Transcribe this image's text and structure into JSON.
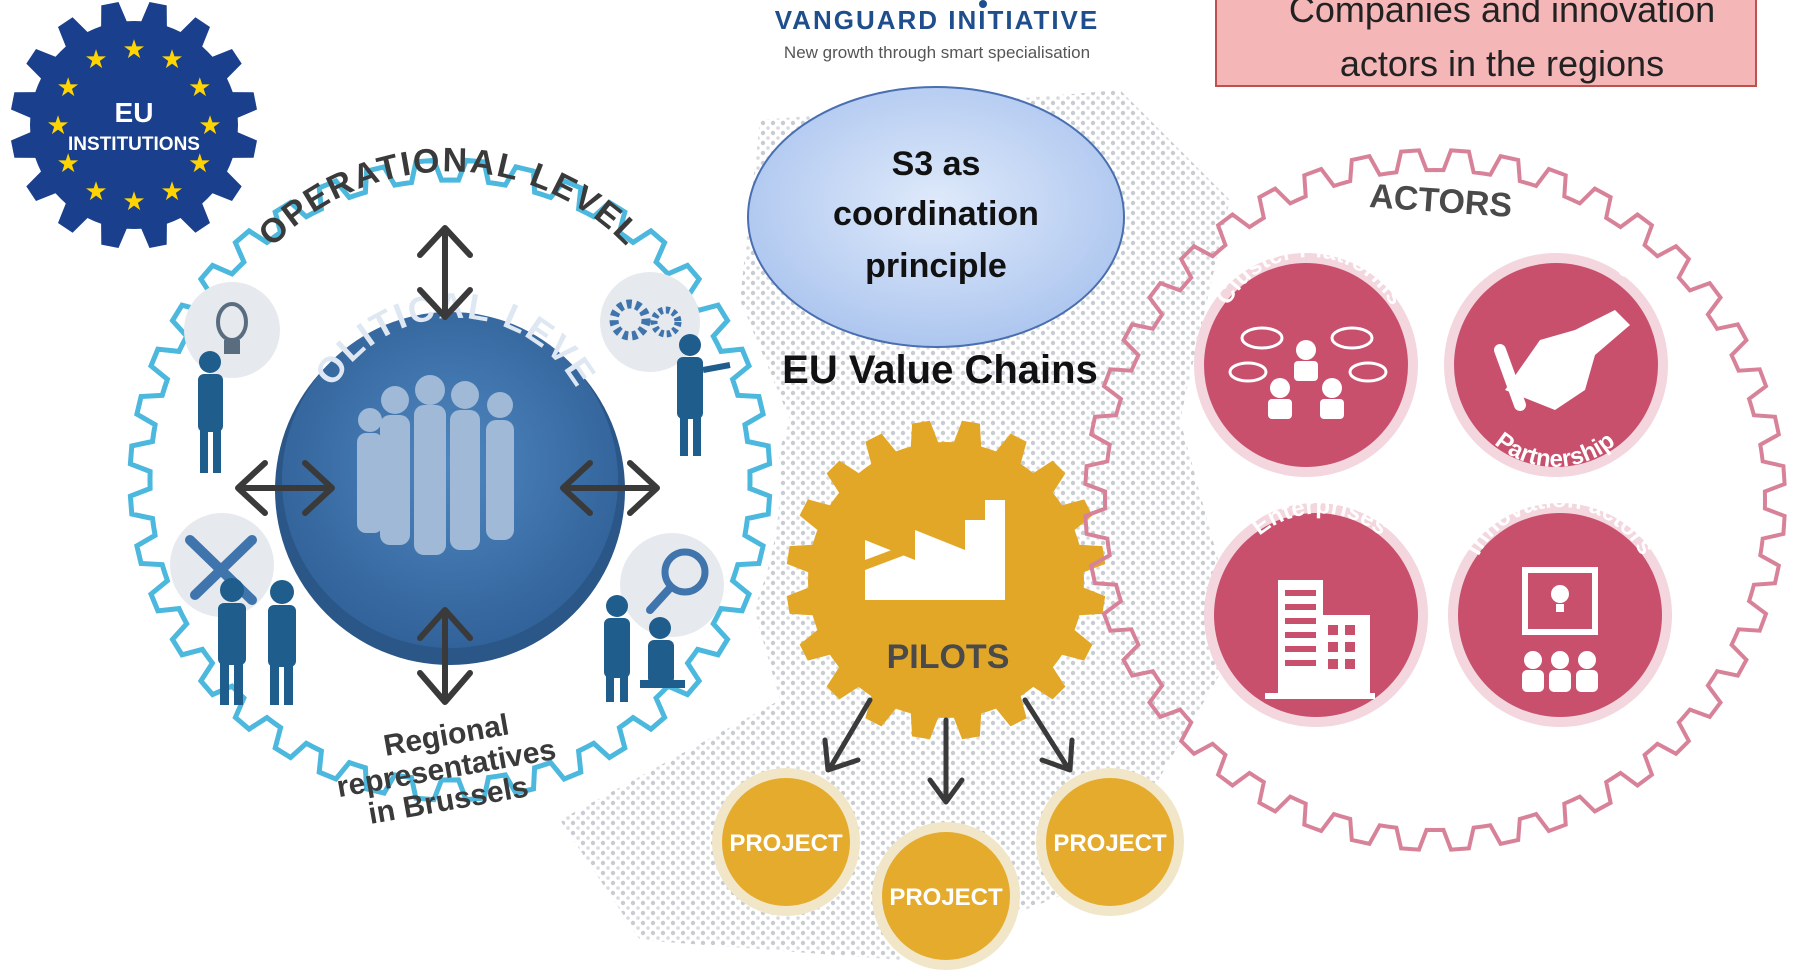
{
  "header": {
    "logo_brand": "VANGUARD INITIATIVE",
    "logo_tagline": "New growth through smart specialisation",
    "top_right_box": {
      "line1": "Companies and innovation",
      "line2": "actors in the regions"
    }
  },
  "eu_institutions": {
    "line1": "EU",
    "line2": "INSTITUTIONS"
  },
  "left_gear": {
    "outer_label": "OPERATIONAL LEVEL",
    "inner_label": "POLITICAL LEVEL",
    "bottom_label_lines": [
      "Regional",
      "representatives",
      "in Brussels"
    ]
  },
  "center": {
    "s3_lines": [
      "S3 as",
      "coordination",
      "principle"
    ],
    "value_chains": "EU Value Chains",
    "pilots": "PILOTS",
    "projects": [
      "PROJECT",
      "PROJECT",
      "PROJECT"
    ]
  },
  "right_gear": {
    "title": "ACTORS",
    "actors": [
      "Cluster Platforms",
      "Public Private Partnership",
      "Enterprises",
      "Innovation actors"
    ]
  },
  "colors": {
    "eu_blue": "#1a3f8c",
    "eu_star": "#ffd400",
    "left_ring": "#4cb8dd",
    "political_blue": "#3f74ad",
    "arrow": "#3a3a3a",
    "silhouette": "#1f5d8d",
    "pilot_gold": "#e3a727",
    "project_gold": "#e5ab2c",
    "actor_pink": "#c9506d",
    "right_ring": "#d8829a",
    "top_box_fill": "#f4b6b6",
    "top_box_stroke": "#c0504d",
    "s3_fill": "#b8cff2",
    "s3_stroke": "#4a6fb0"
  }
}
